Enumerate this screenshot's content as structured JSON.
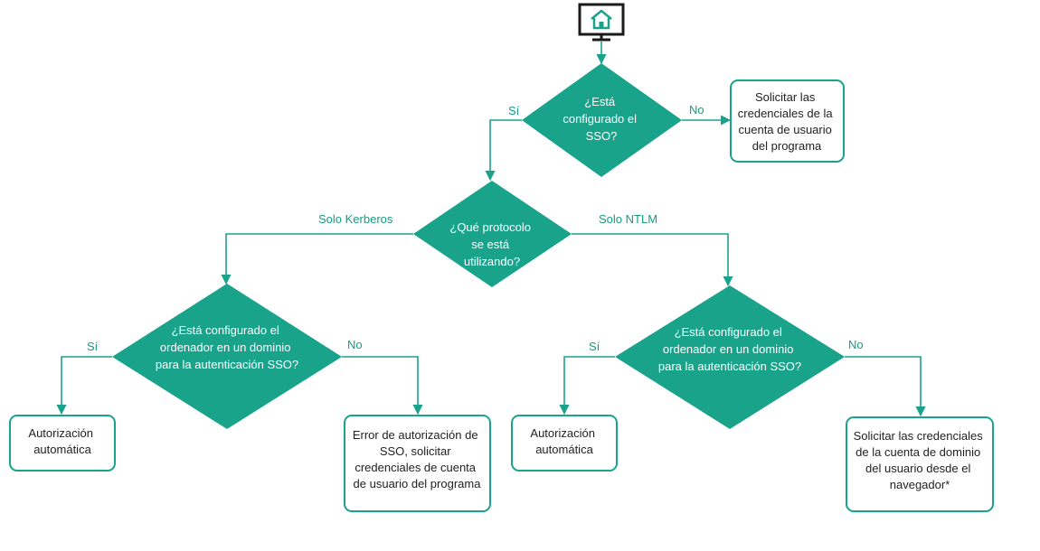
{
  "colors": {
    "accent": "#1aa38b",
    "line": "#1aa38b",
    "box_border": "#1aa38b",
    "diamond_text": "#ffffff",
    "box_text": "#222222",
    "label_text": "#149c84",
    "monitor": "#1a1a1a"
  },
  "start_icon": "home-monitor-icon",
  "decisions": {
    "sso": [
      "¿Está",
      "configurado el",
      "SSO?"
    ],
    "protocol": [
      "¿Qué protocolo",
      "se está",
      "utilizando?"
    ],
    "domain_kerberos": [
      "¿Está configurado el",
      "ordenador en un dominio",
      "para la autenticación SSO?"
    ],
    "domain_ntlm": [
      "¿Está configurado el",
      "ordenador en un dominio",
      "para la autenticación SSO?"
    ]
  },
  "boxes": {
    "app_credentials": [
      "Solicitar las",
      "credenciales de la",
      "cuenta de usuario",
      "del programa"
    ],
    "kerberos_auto": [
      "Autorización",
      "automática"
    ],
    "kerberos_error": [
      "Error de autorización de",
      "SSO, solicitar",
      "credenciales de cuenta",
      "de usuario del programa"
    ],
    "ntlm_auto": [
      "Autorización",
      "automática"
    ],
    "ntlm_browser": [
      "Solicitar las credenciales",
      "de la cuenta de dominio",
      "del usuario desde el",
      "navegador*"
    ]
  },
  "edge_labels": {
    "sso_yes": "Sí",
    "sso_no": "No",
    "kerberos": "Solo Kerberos",
    "ntlm": "Solo NTLM",
    "kerberos_yes": "Sí",
    "kerberos_no": "No",
    "ntlm_yes": "Sí",
    "ntlm_no": "No"
  }
}
